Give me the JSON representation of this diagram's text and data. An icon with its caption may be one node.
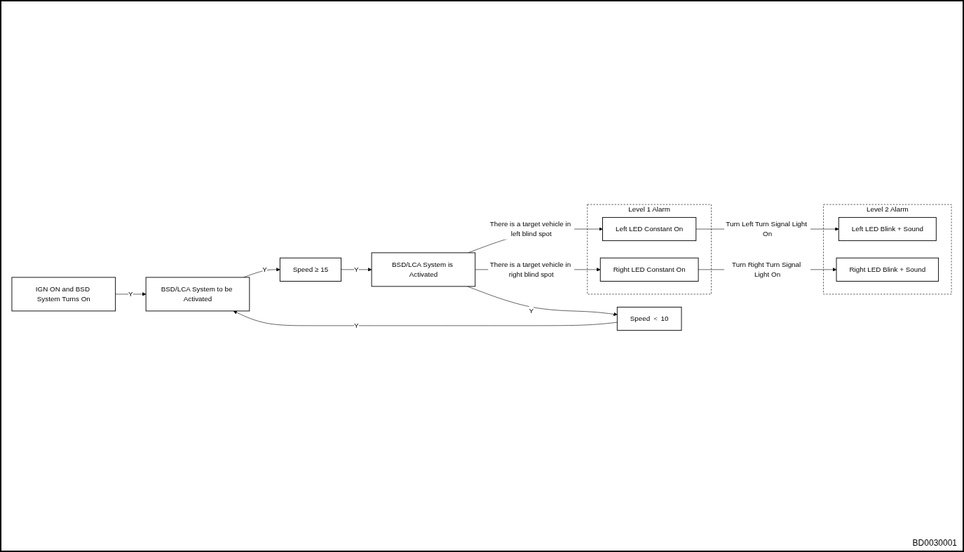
{
  "diagram": {
    "nodes": [
      {
        "text": [
          "IGN ON and BSD System Turns On"
        ]
      },
      {
        "text": [
          "BSD/LCA System to be Activated"
        ]
      },
      {
        "text": [
          "Speed ≥ 15"
        ]
      },
      {
        "text": [
          "BSD/LCA System is Activated"
        ]
      },
      {
        "text": [
          "Speed ＜ 10"
        ]
      },
      {
        "text": [
          "Level 2 Alarm"
        ]
      },
      {
        "text": [
          "Left LED Blink + Sound"
        ],
        "in": 5
      },
      {
        "text": [
          "Right LED Blink + Sound"
        ],
        "in": 5
      },
      {
        "text": [
          "Level 1 Alarm"
        ]
      },
      {
        "text": [
          "Left LED Constant On"
        ],
        "in": 8
      },
      {
        "text": [
          "Right LED Constant On"
        ],
        "in": 8
      }
    ],
    "edges": [
      {
        "from": 0,
        "to": 1,
        "arrow": "to",
        "label": "Y"
      },
      {
        "from": 1,
        "to": 2,
        "arrow": "to",
        "label": "Y"
      },
      {
        "from": 2,
        "to": 3,
        "arrow": "to",
        "label": "Y"
      },
      {
        "from": 3,
        "to": 4,
        "arrow": "to",
        "label": "Y"
      },
      {
        "from": 4,
        "to": 1,
        "arrow": "to",
        "label": "Y"
      },
      {
        "from": 3,
        "to": 9,
        "arrow": "to",
        "label": "There is a target vehicle in left blind spot"
      },
      {
        "from": 3,
        "to": 10,
        "arrow": "to",
        "label": "There is a target vehicle in right blind spot"
      },
      {
        "from": 9,
        "to": 6,
        "arrow": "to",
        "label": "Turn Left Turn Signal Light On"
      },
      {
        "from": 10,
        "to": 7,
        "arrow": "to",
        "label": "Turn Right Turn Signal Light On"
      }
    ],
    "labels": [
      "BD0030001"
    ]
  }
}
